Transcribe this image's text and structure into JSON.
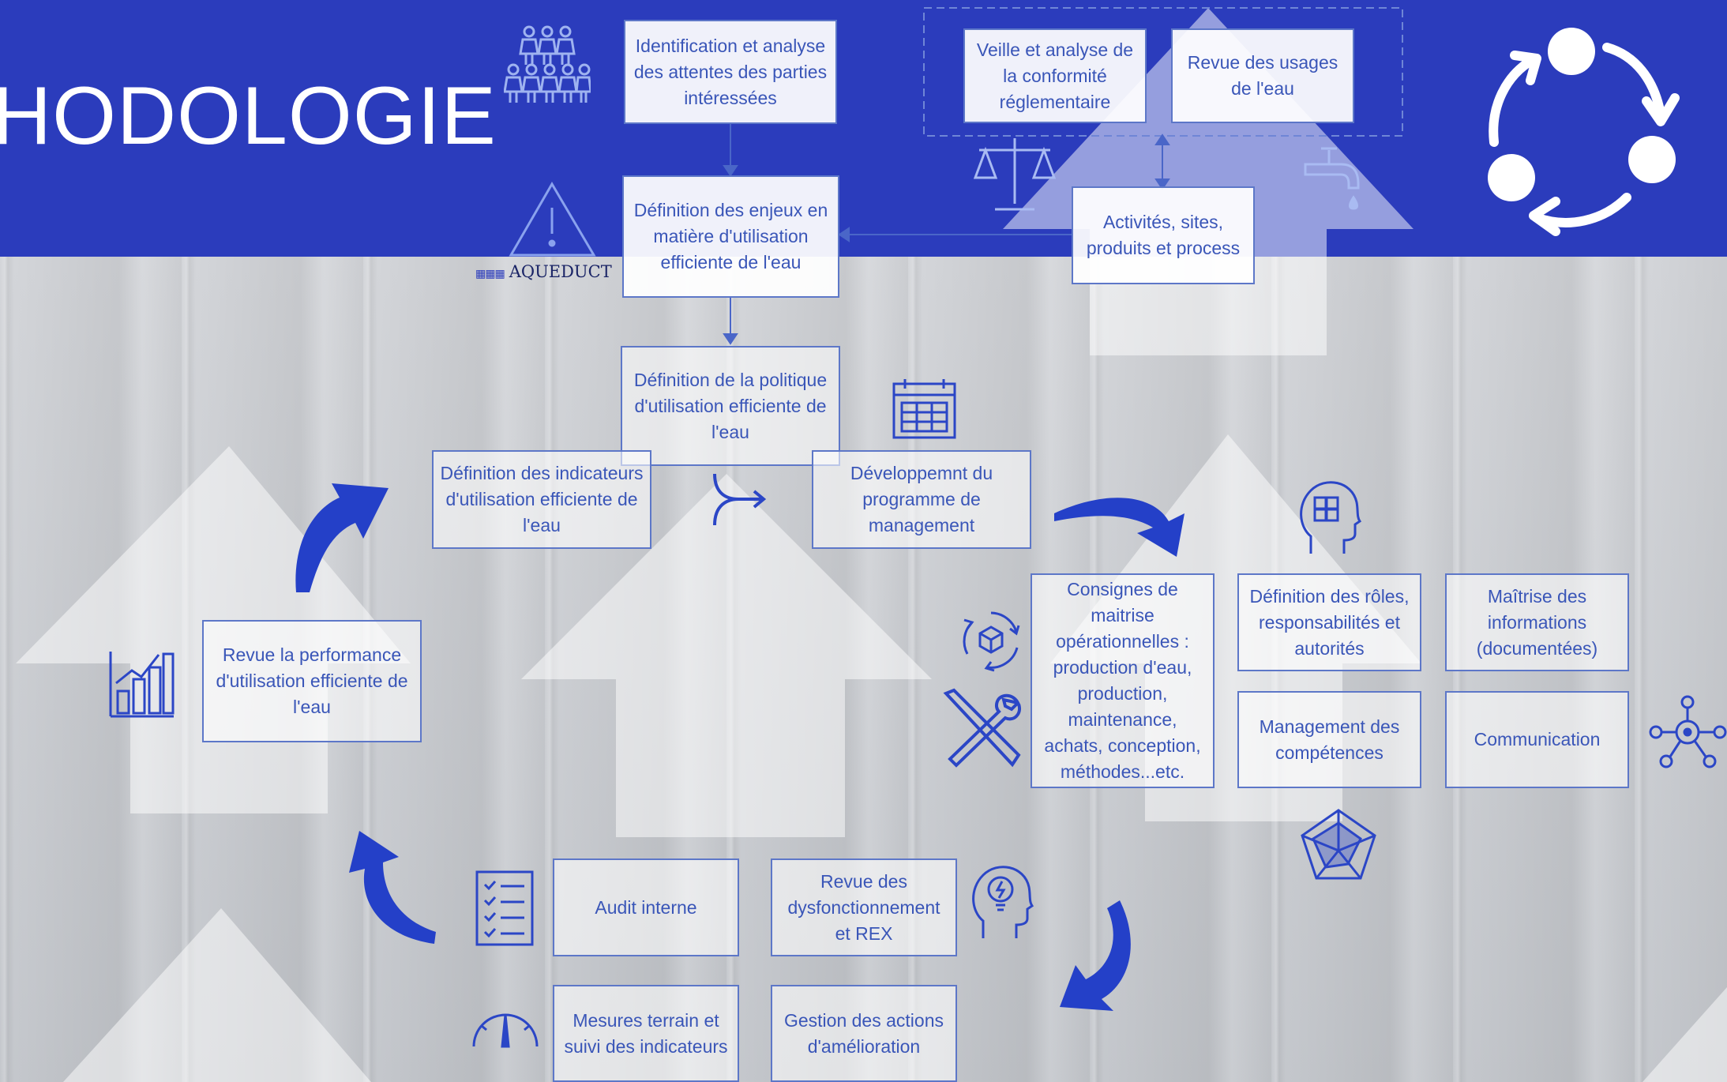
{
  "title": "HODOLOGIE",
  "logo": {
    "text": "AQUEDUCT",
    "icon": "aqueduct-logo-icon"
  },
  "colors": {
    "banner": "#2b3cbc",
    "box_text": "#3a56b8",
    "box_border": "#5d77c8",
    "arrow": "#2440c8"
  },
  "boxes": {
    "identification": "Identification et analyse des attentes des parties intéressées",
    "veille": "Veille et analyse de la conformité réglementaire",
    "revue_usages": "Revue des usages de l'eau",
    "activites": "Activités, sites, produits et process",
    "enjeux": "Définition des enjeux en matière d'utilisation efficiente de l'eau",
    "politique": "Définition de la politique d'utilisation efficiente de l'eau",
    "indicateurs": "Définition des indicateurs d'utilisation efficiente de l'eau",
    "programme": "Développemnt du programme de management",
    "consignes": "Consignes de maitrise opérationnelles : production d'eau, production, maintenance, achats, conception, méthodes...etc.",
    "roles": "Définition des rôles, responsabilités et autorités",
    "maitrise": "Maîtrise des informations (documentées)",
    "competences": "Management des compétences",
    "communication": "Communication",
    "revue_performance": "Revue la performance d'utilisation efficiente de l'eau",
    "audit": "Audit interne",
    "dysfonctionnement": "Revue des dysfonctionnement et REX",
    "mesures": "Mesures terrain et suivi des indicateurs",
    "gestion": "Gestion des actions d'amélioration"
  },
  "icons": [
    "stakeholders-icon",
    "warning-icon",
    "scales-icon",
    "water-tap-icon",
    "calendar-icon",
    "merge-arrow-icon",
    "brain-puzzle-icon",
    "package-cycle-icon",
    "tools-icon",
    "network-icon",
    "radar-chart-icon",
    "bar-chart-icon",
    "checklist-icon",
    "idea-head-icon",
    "gauge-icon",
    "cycle-icon"
  ]
}
